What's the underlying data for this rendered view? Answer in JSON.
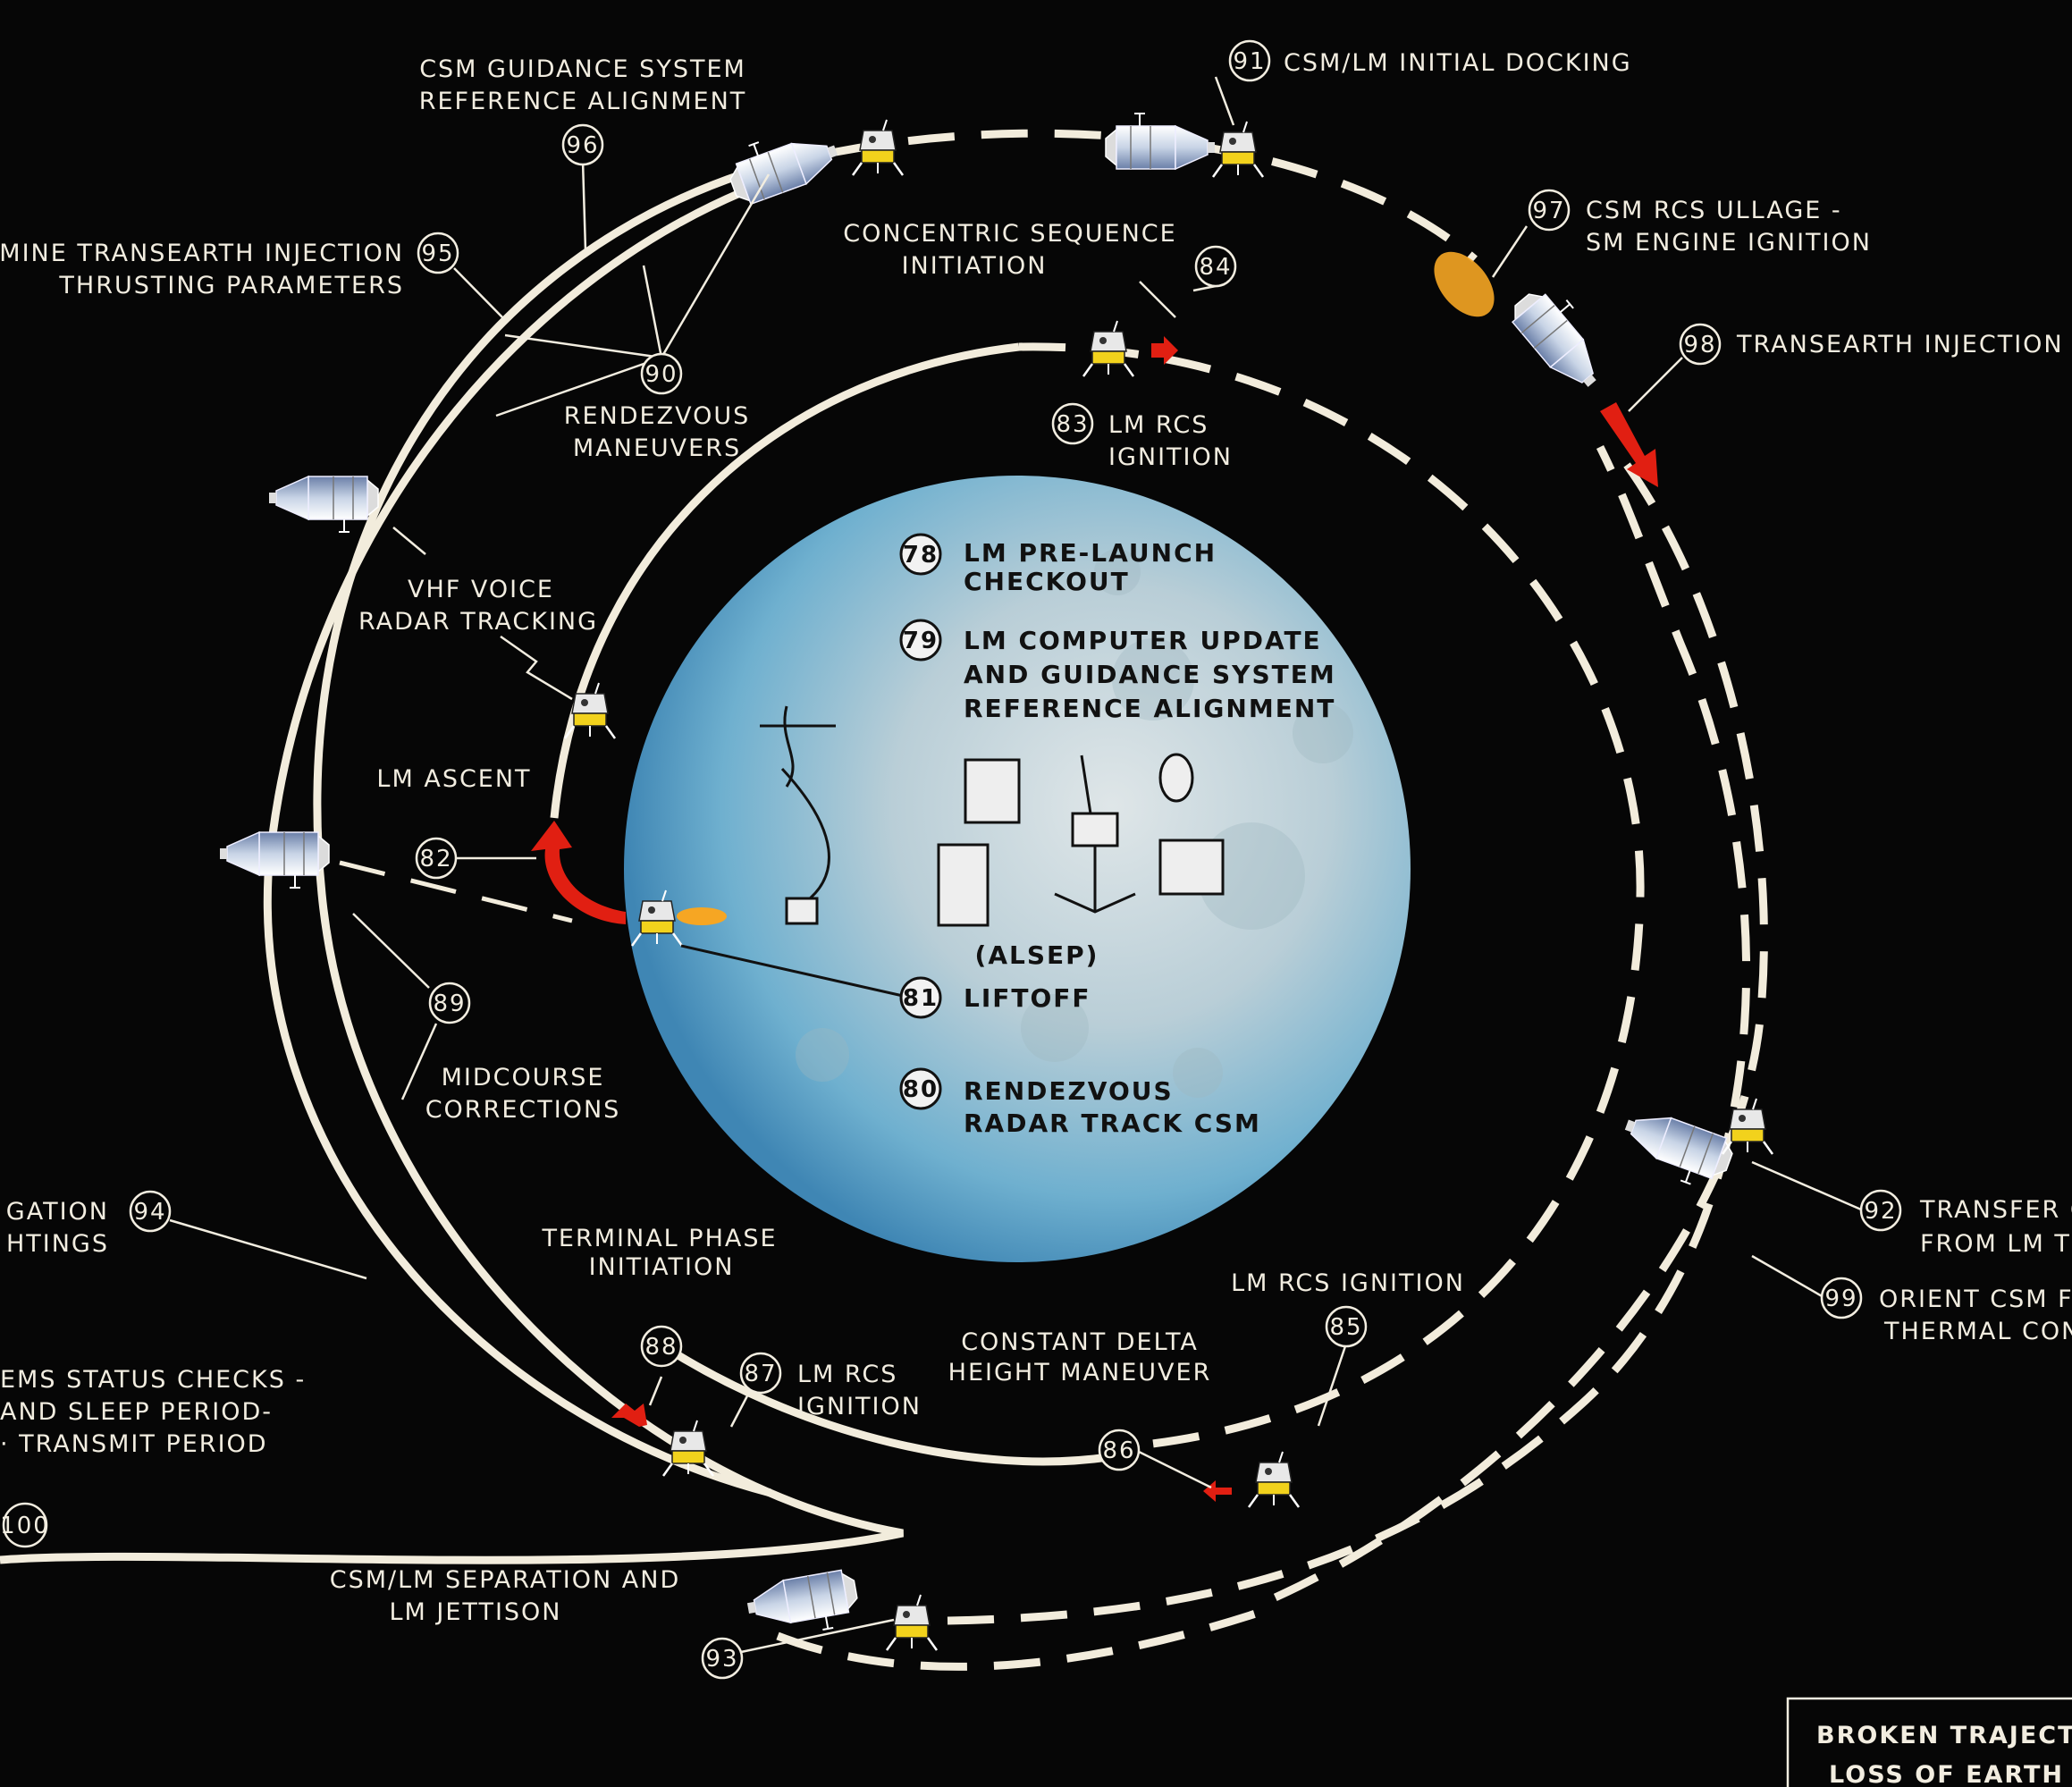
{
  "labels": {
    "csm_guidance": [
      "CSM GUIDANCE SYSTEM",
      "REFERENCE ALIGNMENT"
    ],
    "transearth_params": [
      "MINE TRANSEARTH INJECTION",
      "THRUSTING PARAMETERS"
    ],
    "rendezvous_maneuvers": [
      "RENDEZVOUS",
      "MANEUVERS"
    ],
    "vhf_voice": [
      "VHF VOICE",
      "RADAR TRACKING"
    ],
    "lm_ascent": "LM ASCENT",
    "midcourse": [
      "MIDCOURSE",
      "CORRECTIONS"
    ],
    "navigation_sightings": [
      "GATION",
      "HTINGS"
    ],
    "systems_status": [
      "EMS STATUS CHECKS -",
      "AND SLEEP PERIOD-",
      "· TRANSMIT PERIOD"
    ],
    "csm_lm_separation": [
      "CSM/LM SEPARATION AND",
      "LM JETTISON"
    ],
    "terminal_phase": [
      "TERMINAL PHASE",
      "INITIATION"
    ],
    "lm_rcs_87": [
      "LM RCS",
      "IGNITION"
    ],
    "constant_delta": [
      "CONSTANT DELTA",
      "HEIGHT MANEUVER"
    ],
    "lm_rcs_85": "LM RCS IGNITION",
    "concentric_sequence": [
      "CONCENTRIC SEQUENCE",
      "INITIATION"
    ],
    "lm_rcs_83": [
      "LM RCS",
      "IGNITION"
    ],
    "initial_docking": "CSM/LM INITIAL DOCKING",
    "csm_rcs_ullage": [
      "CSM RCS ULLAGE -",
      "SM ENGINE IGNITION"
    ],
    "transearth_injection": "TRANSEARTH INJECTION",
    "transfer_crew": [
      "TRANSFER C",
      "FROM LM T"
    ],
    "orient_csm": [
      "ORIENT CSM F",
      "THERMAL CON"
    ],
    "prelaunch": [
      "LM PRE-LAUNCH",
      "CHECKOUT"
    ],
    "computer_update": [
      "LM COMPUTER UPDATE",
      "AND GUIDANCE SYSTEM",
      "REFERENCE ALIGNMENT"
    ],
    "alsep": "(ALSEP)",
    "liftoff": "LIFTOFF",
    "rendezvous_radar": [
      "RENDEZVOUS",
      "RADAR TRACK CSM"
    ],
    "broken_box": [
      "BROKEN TRAJECTO",
      "LOSS OF EARTH"
    ]
  },
  "step_numbers": {
    "s78": "78",
    "s79": "79",
    "s80": "80",
    "s81": "81",
    "s82": "82",
    "s83": "83",
    "s84": "84",
    "s85": "85",
    "s86": "86",
    "s87": "87",
    "s88": "88",
    "s89": "89",
    "s90": "90",
    "s91": "91",
    "s92": "92",
    "s93": "93",
    "s94": "94",
    "s95": "95",
    "s96": "96",
    "s97": "97",
    "s98": "98",
    "s99": "99",
    "s100": "100"
  },
  "colors": {
    "background": "#060606",
    "track": "#f2ecdc",
    "moon_light": "#d9e3e6",
    "moon_blue": "#6fb0cf",
    "moon_deep": "#3f86b4",
    "burn_arrow": "#e11f12",
    "flame": "#f6a623"
  }
}
